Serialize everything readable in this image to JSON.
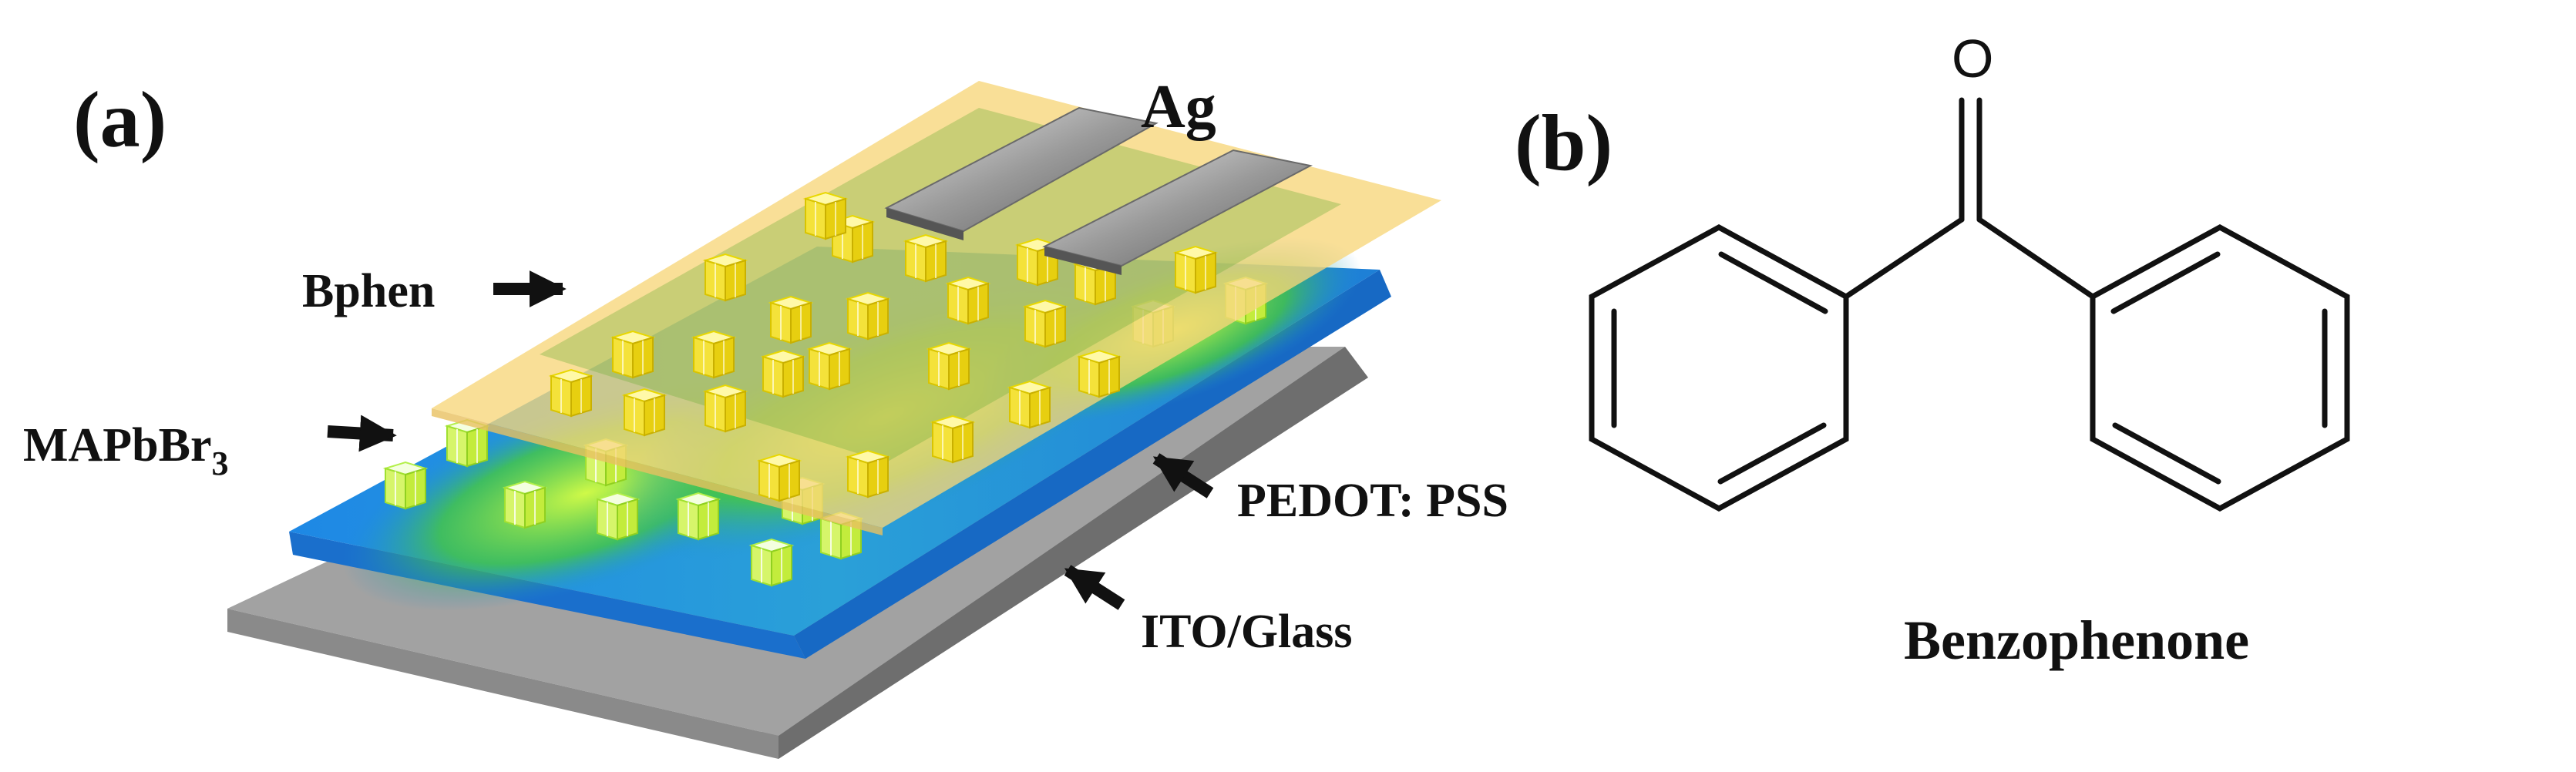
{
  "panel_a": {
    "label": "(a)",
    "layers": {
      "top_electrode": "Ag",
      "etl": "Bphen",
      "emitter_main": "MAPbBr",
      "emitter_sub": "3",
      "htl": "PEDOT: PSS",
      "substrate": "ITO/Glass"
    }
  },
  "panel_b": {
    "label": "(b)",
    "molecule_name": "Benzophenone",
    "atom_label": "O"
  }
}
